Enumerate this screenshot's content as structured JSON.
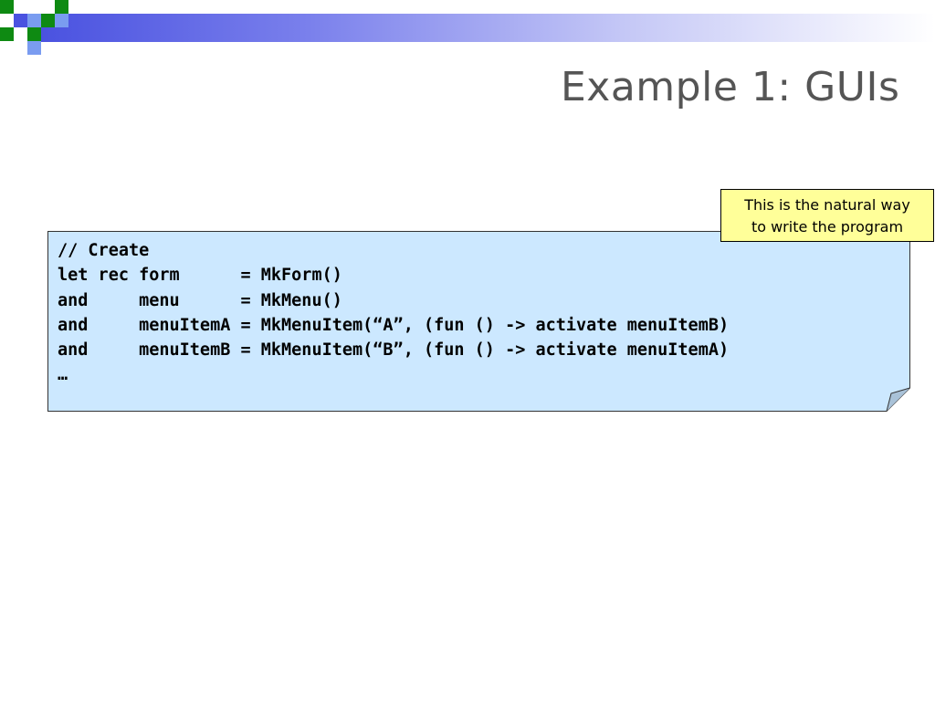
{
  "slide": {
    "title": "Example 1: GUIs"
  },
  "code": {
    "lines": [
      "// Create",
      "let rec form      = MkForm()",
      "and     menu      = MkMenu()",
      "and     menuItemA = MkMenuItem(“A”, (fun () -> activate menuItemB)",
      "and     menuItemB = MkMenuItem(“B”, (fun () -> activate menuItemA)",
      "…"
    ]
  },
  "callout": {
    "line1": "This is the natural way",
    "line2": "to write the program"
  },
  "colors": {
    "banner": "#4a52e0",
    "square_green": "#0e8a12",
    "square_blue": "#4a52e0",
    "square_lightblue": "#7a9cf0",
    "code_box_fill": "#cce8ff",
    "callout_fill": "#ffff99"
  }
}
